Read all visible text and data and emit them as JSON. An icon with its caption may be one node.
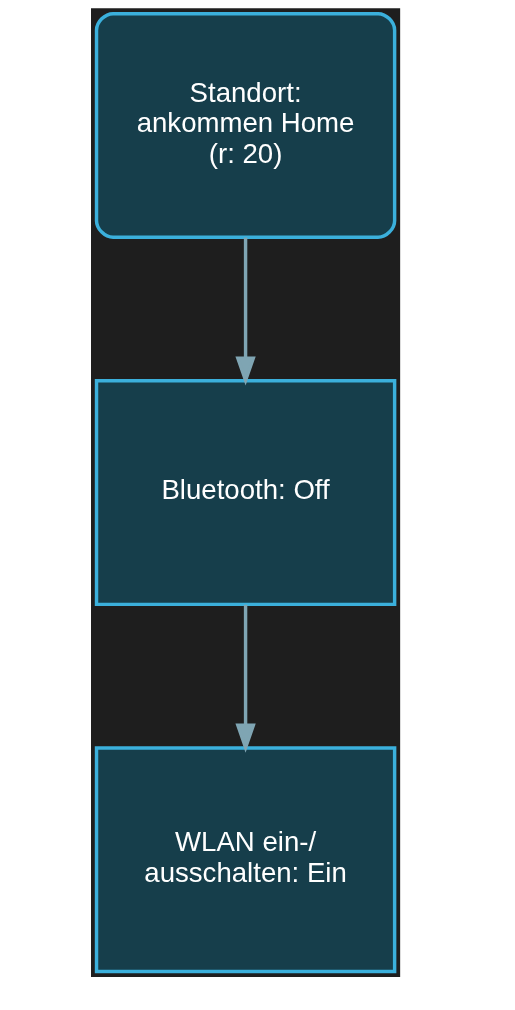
{
  "diagram": {
    "nodes": [
      {
        "text": [
          "Standort: ankommen Home (r: 20)"
        ]
      },
      {
        "text": [
          "Bluetooth: Off"
        ]
      },
      {
        "text": [
          "WLAN ein-/ ausschalten: Ein"
        ]
      }
    ],
    "edges": [
      {
        "from": 0,
        "to": 1,
        "arrow": "to"
      },
      {
        "from": 1,
        "to": 2,
        "arrow": "to"
      }
    ]
  }
}
